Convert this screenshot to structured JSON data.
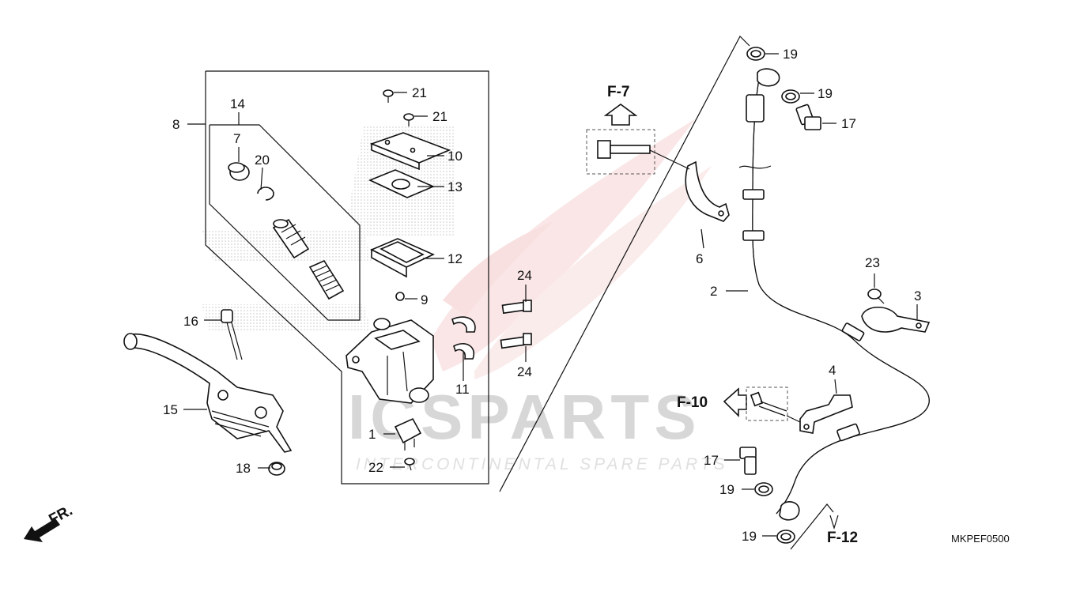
{
  "diagram_code": "MKPEF0500",
  "direction_label": "FR.",
  "watermark": {
    "brand": "ICSPARTS",
    "tagline": "INTERCONTINENTAL SPARE PARTS"
  },
  "references": {
    "f7": "F-7",
    "f10": "F-10",
    "f12": "F-12"
  },
  "callouts": {
    "n1": "1",
    "n2": "2",
    "n3": "3",
    "n4": "4",
    "n6": "6",
    "n7": "7",
    "n8": "8",
    "n9": "9",
    "n10": "10",
    "n11": "11",
    "n12": "12",
    "n13": "13",
    "n14": "14",
    "n15": "15",
    "n16": "16",
    "n17a": "17",
    "n17b": "17",
    "n18": "18",
    "n19a": "19",
    "n19b": "19",
    "n19c": "19",
    "n19d": "19",
    "n20": "20",
    "n21a": "21",
    "n21b": "21",
    "n22": "22",
    "n23": "23",
    "n24a": "24",
    "n24b": "24"
  }
}
